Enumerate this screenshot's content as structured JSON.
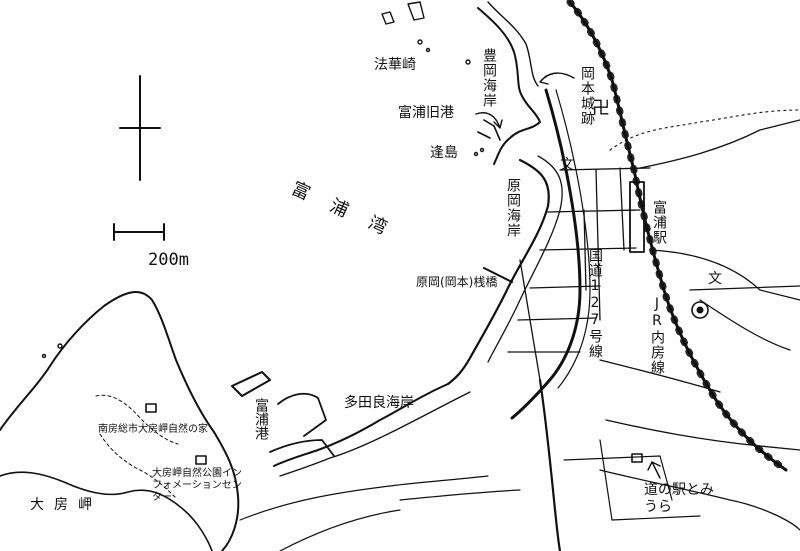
{
  "labels": {
    "north": "N",
    "scale": "200m",
    "hokkezaki": "法華崎",
    "toyooka_coast": "豊岡海岸",
    "okamoto_castle": "岡本城跡",
    "tomiura_old_port": "富浦旧港",
    "ohjima": "逢島",
    "tomiura_bay": "富浦湾",
    "haraoka_coast": "原岡海岸",
    "tomiura_station": "富浦駅",
    "route127": "国道127号線",
    "haraoka_pier": "原岡(岡本)桟橋",
    "jr_uchibo": "JR内房線",
    "tomiura_port": "富浦港",
    "tatara_coast": "多田良海岸",
    "nature_house": "南房総市大房岬自然の家",
    "info_center": "大房岬自然公園インフォメーションセンター",
    "taibusa_cape": "大房岬",
    "michinoeki": "道の駅とみうら",
    "school_symbol": "文",
    "castle_symbol": "卍",
    "town_hall_symbol": "◎"
  }
}
